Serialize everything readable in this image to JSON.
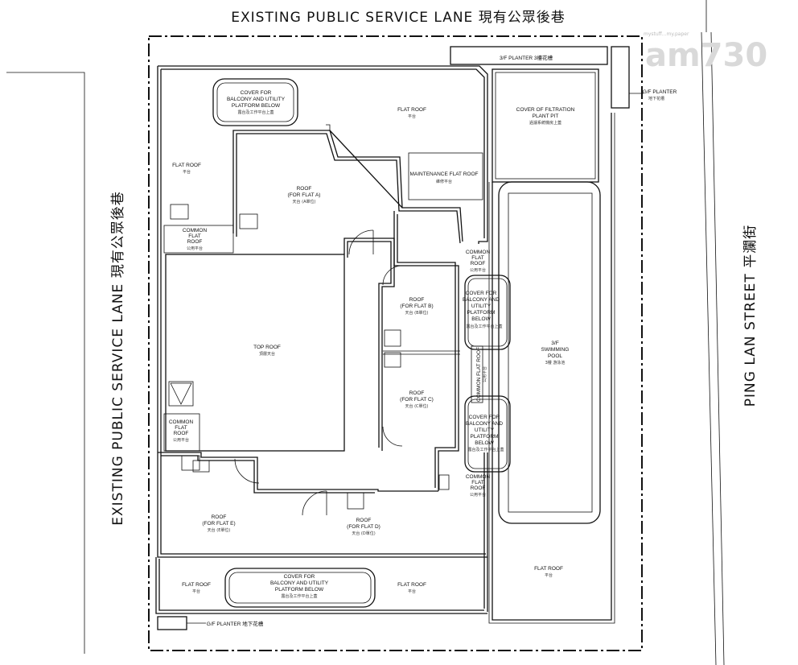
{
  "streets": {
    "top": "EXISTING PUBLIC SERVICE LANE 現有公眾後巷",
    "left": "EXISTING PUBLIC SERVICE LANE 現有公眾後巷",
    "right": "PING LAN STREET 平瀾街"
  },
  "logo": {
    "main": "am730",
    "small": "mystuff...my.paper"
  },
  "labels": {
    "cover_top": {
      "en": [
        "COVER FOR",
        "BALCONY AND UTILITY",
        "PLATFORM BELOW"
      ],
      "zh": "露台及工作平台上蓋"
    },
    "flat_roof_top": {
      "en": [
        "FLAT ROOF"
      ],
      "zh": "平台"
    },
    "filtration": {
      "en": [
        "COVER OF FILTRATION",
        "PLANT PIT"
      ],
      "zh": "過濾系統機房上蓋"
    },
    "planter_3f": {
      "en": [
        "3/F PLANTER 3樓花槽"
      ],
      "zh": ""
    },
    "gf_planter_right": {
      "en": [
        "G/F PLANTER"
      ],
      "zh": "地下花槽"
    },
    "flat_roof_left": {
      "en": [
        "FLAT ROOF"
      ],
      "zh": "平台"
    },
    "roof_a": {
      "en": [
        "ROOF",
        "(FOR FLAT A)"
      ],
      "zh": "天台 (A單位)"
    },
    "maintenance": {
      "en": [
        "MAINTENANCE FLAT ROOF"
      ],
      "zh": "維修平台"
    },
    "common_left_top": {
      "en": [
        "COMMON",
        "FLAT",
        "ROOF"
      ],
      "zh": "公用平台"
    },
    "common_right_top": {
      "en": [
        "COMMON",
        "FLAT",
        "ROOF"
      ],
      "zh": "公用平台"
    },
    "cover_right_top": {
      "en": [
        "COVER FOR",
        "BALCONY AND",
        "UTILITY",
        "PLATFORM",
        "BELOW"
      ],
      "zh": "露台及工作平台上蓋"
    },
    "roof_b": {
      "en": [
        "ROOF",
        "(FOR FLAT B)"
      ],
      "zh": "天台 (B單位)"
    },
    "top_roof": {
      "en": [
        "TOP ROOF"
      ],
      "zh": "頂層天台"
    },
    "swimming": {
      "en": [
        "3/F",
        "SWIMMING",
        "POOL"
      ],
      "zh": "3樓 游泳池"
    },
    "common_vertical": {
      "en": [
        "COMMON FLAT ROOF"
      ],
      "zh": "公用平台"
    },
    "roof_c": {
      "en": [
        "ROOF",
        "(FOR FLAT C)"
      ],
      "zh": "天台 (C單位)"
    },
    "cover_right_bottom": {
      "en": [
        "COVER FOR",
        "BALCONY AND",
        "UTILITY",
        "PLATFORM",
        "BELOW"
      ],
      "zh": "露台及工作平台上蓋"
    },
    "common_left_bottom": {
      "en": [
        "COMMON",
        "FLAT",
        "ROOF"
      ],
      "zh": "公用平台"
    },
    "common_right_bottom": {
      "en": [
        "COMMON",
        "FLAT",
        "ROOF"
      ],
      "zh": "公用平台"
    },
    "roof_e": {
      "en": [
        "ROOF",
        "(FOR FLAT E)"
      ],
      "zh": "天台 (E單位)"
    },
    "roof_d": {
      "en": [
        "ROOF",
        "(FOR FLAT D)"
      ],
      "zh": "天台 (D單位)"
    },
    "flat_roof_right": {
      "en": [
        "FLAT ROOF"
      ],
      "zh": "平台"
    },
    "flat_roof_bl": {
      "en": [
        "FLAT ROOF"
      ],
      "zh": "平台"
    },
    "cover_bottom": {
      "en": [
        "COVER FOR",
        "BALCONY AND UTILITY",
        "PLATFORM BELOW"
      ],
      "zh": "露台及工作平台上蓋"
    },
    "flat_roof_bm": {
      "en": [
        "FLAT ROOF"
      ],
      "zh": "平台"
    },
    "gf_planter_bottom": {
      "en": [
        "G/F PLANTER 地下花槽"
      ],
      "zh": ""
    }
  }
}
